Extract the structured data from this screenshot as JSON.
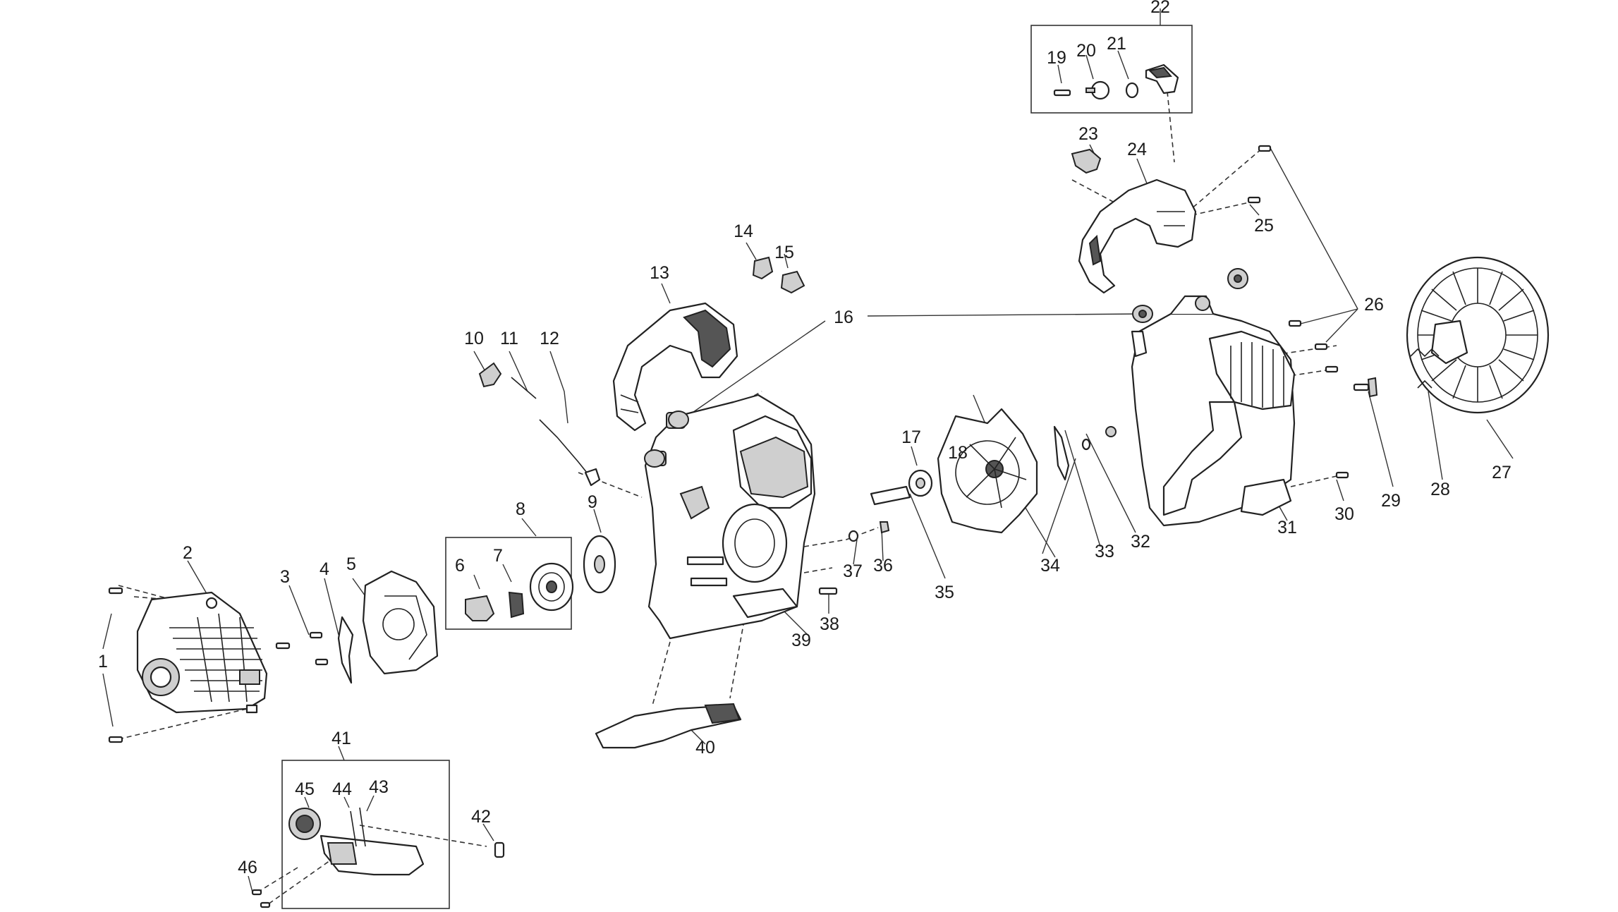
{
  "callouts": [
    "1",
    "2",
    "3",
    "4",
    "5",
    "6",
    "7",
    "8",
    "9",
    "10",
    "11",
    "12",
    "13",
    "14",
    "15",
    "16",
    "17",
    "18",
    "19",
    "20",
    "21",
    "22",
    "23",
    "24",
    "25",
    "26",
    "27",
    "28",
    "29",
    "30",
    "31",
    "32",
    "33",
    "34",
    "35",
    "36",
    "37",
    "38",
    "39",
    "40",
    "41",
    "42",
    "43",
    "44",
    "45",
    "46"
  ],
  "icons": {
    "part_drawing": "exploded-parts-view"
  }
}
